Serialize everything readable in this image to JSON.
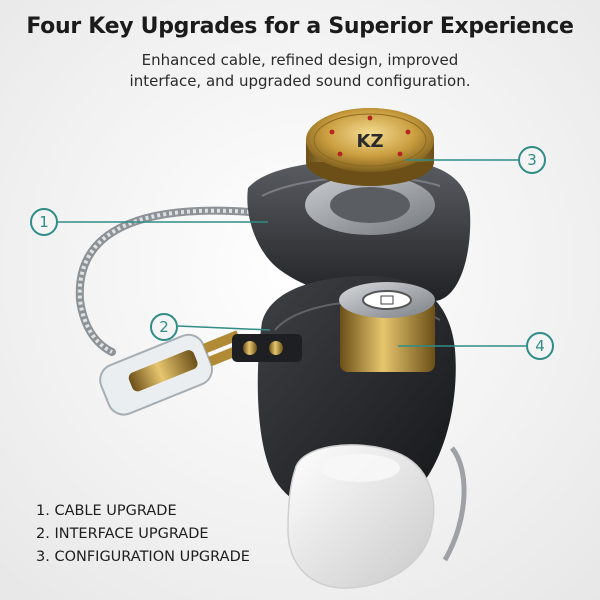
{
  "header": {
    "title": "Four Key Upgrades for a Superior Experience",
    "subtitle_line1": "Enhanced cable, refined design, improved",
    "subtitle_line2": "interface, and upgraded sound configuration."
  },
  "logo_text": "KZ",
  "callouts": [
    "1",
    "2",
    "3",
    "4"
  ],
  "upgrades": [
    "1. CABLE UPGRADE",
    "2. INTERFACE UPGRADE",
    "3. CONFIGURATION UPGRADE"
  ],
  "colors": {
    "accent": "#2f8c86",
    "text": "#1b1b1b",
    "shell": "#2b2d30",
    "gold": "#c9a24a"
  },
  "icons": [
    "earphone-illustration"
  ]
}
